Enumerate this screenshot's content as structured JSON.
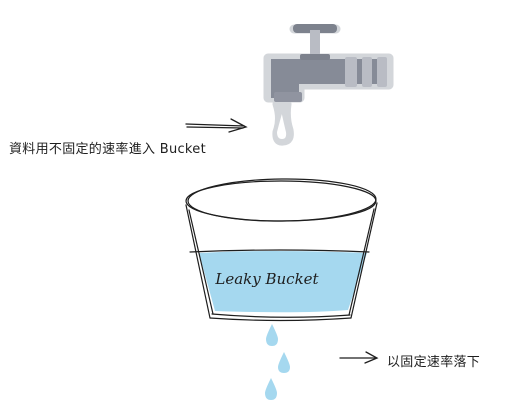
{
  "labels": {
    "input_rate": "資料用不固定的速率進入 Bucket",
    "output_rate": "以固定速率落下",
    "bucket": "Leaky Bucket"
  },
  "colors": {
    "faucet_outline": "#d3d6da",
    "faucet_body": "#868b97",
    "faucet_joint": "#b9bcc4",
    "faucet_cap": "#7d828d",
    "water": "#a5d8ef",
    "droplet": "#a5d8ef",
    "stroke": "#1e1e1e"
  },
  "icons": {
    "faucet": "faucet-icon",
    "drip": "water-drop-icon",
    "leak": "water-drop-icon"
  }
}
